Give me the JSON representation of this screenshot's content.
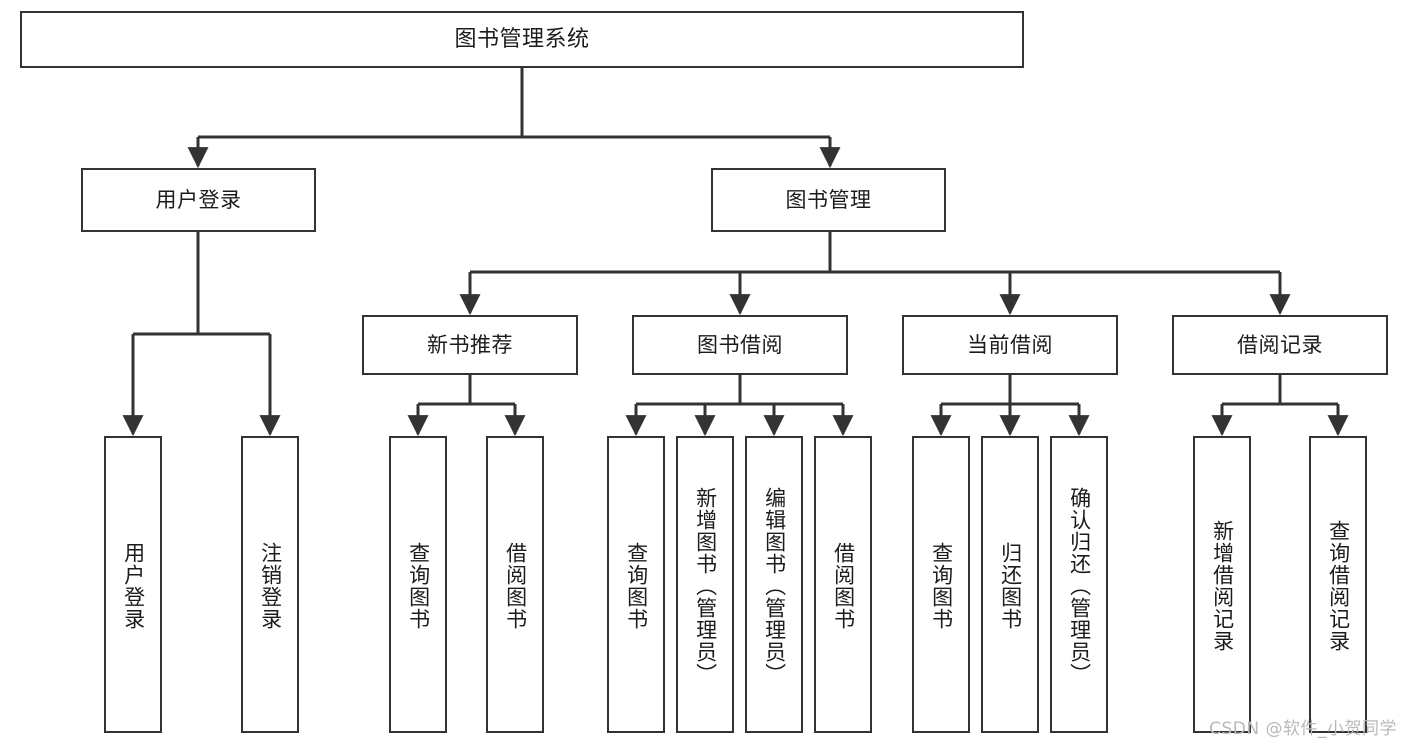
{
  "diagram": {
    "title": "图书管理系统",
    "watermark": "CSDN @软件_小贺同学",
    "stroke_color": "#333333",
    "text_color": "#1c1c1c",
    "background_color": "#ffffff",
    "watermark_color": "#b9b9b9"
  },
  "nodes": {
    "root": {
      "label": "图书管理系统"
    },
    "level2": [
      {
        "id": "user-login",
        "label": "用户登录"
      },
      {
        "id": "book-management",
        "label": "图书管理"
      }
    ],
    "level3": [
      {
        "id": "new-book-recommend",
        "label": "新书推荐"
      },
      {
        "id": "book-borrow",
        "label": "图书借阅"
      },
      {
        "id": "current-borrow",
        "label": "当前借阅"
      },
      {
        "id": "borrow-record",
        "label": "借阅记录"
      }
    ],
    "leaves": {
      "user-login": [
        {
          "id": "leaf-user-login",
          "label": "用户登录"
        },
        {
          "id": "leaf-logout-login",
          "label": "注销登录"
        }
      ],
      "new-book-recommend": [
        {
          "id": "leaf-query-book-1",
          "label": "查询图书"
        },
        {
          "id": "leaf-borrow-book-1",
          "label": "借阅图书"
        }
      ],
      "book-borrow": [
        {
          "id": "leaf-query-book-2",
          "label": "查询图书"
        },
        {
          "id": "leaf-add-book-admin",
          "label": "新增图书（管理员）"
        },
        {
          "id": "leaf-edit-book-admin",
          "label": "编辑图书（管理员）"
        },
        {
          "id": "leaf-borrow-book-2",
          "label": "借阅图书"
        }
      ],
      "current-borrow": [
        {
          "id": "leaf-query-book-3",
          "label": "查询图书"
        },
        {
          "id": "leaf-return-book",
          "label": "归还图书"
        },
        {
          "id": "leaf-confirm-return-admin",
          "label": "确认归还（管理员）"
        }
      ],
      "borrow-record": [
        {
          "id": "leaf-add-borrow-record",
          "label": "新增借阅记录"
        },
        {
          "id": "leaf-query-borrow-record",
          "label": "查询借阅记录"
        }
      ]
    }
  },
  "chart_data": {
    "type": "diagram",
    "diagram_type": "tree",
    "title": "图书管理系统",
    "orientation": "top-down",
    "levels": 4,
    "edges": [
      {
        "from": "图书管理系统",
        "to": "用户登录"
      },
      {
        "from": "图书管理系统",
        "to": "图书管理"
      },
      {
        "from": "用户登录",
        "to": "用户登录"
      },
      {
        "from": "用户登录",
        "to": "注销登录"
      },
      {
        "from": "图书管理",
        "to": "新书推荐"
      },
      {
        "from": "图书管理",
        "to": "图书借阅"
      },
      {
        "from": "图书管理",
        "to": "当前借阅"
      },
      {
        "from": "图书管理",
        "to": "借阅记录"
      },
      {
        "from": "新书推荐",
        "to": "查询图书"
      },
      {
        "from": "新书推荐",
        "to": "借阅图书"
      },
      {
        "from": "图书借阅",
        "to": "查询图书"
      },
      {
        "from": "图书借阅",
        "to": "新增图书（管理员）"
      },
      {
        "from": "图书借阅",
        "to": "编辑图书（管理员）"
      },
      {
        "from": "图书借阅",
        "to": "借阅图书"
      },
      {
        "from": "当前借阅",
        "to": "查询图书"
      },
      {
        "from": "当前借阅",
        "to": "归还图书"
      },
      {
        "from": "当前借阅",
        "to": "确认归还（管理员）"
      },
      {
        "from": "借阅记录",
        "to": "新增借阅记录"
      },
      {
        "from": "借阅记录",
        "to": "查询借阅记录"
      }
    ]
  }
}
